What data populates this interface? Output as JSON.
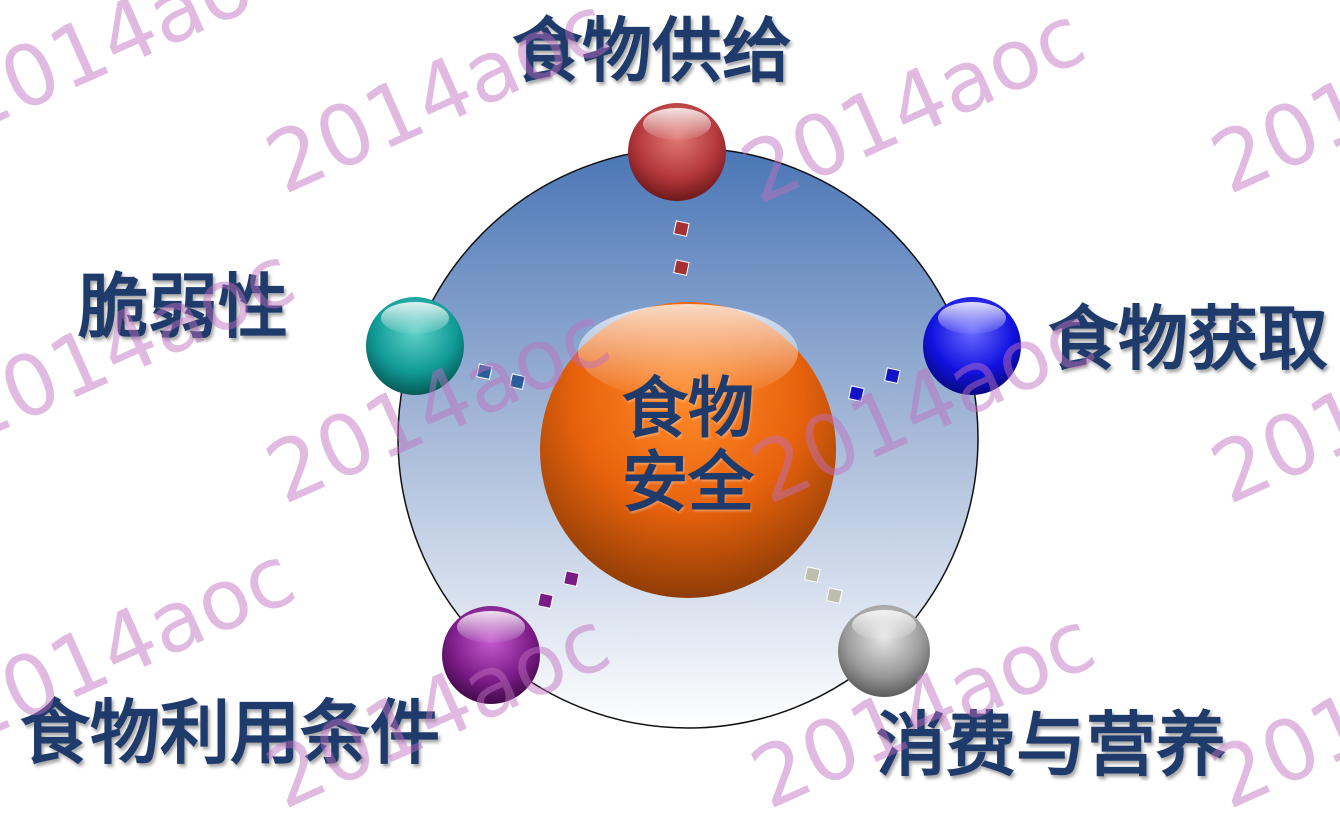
{
  "center": {
    "line1": "食物",
    "line2": "安全"
  },
  "nodes": {
    "top": {
      "label": "食物供给",
      "color": "#b7383a"
    },
    "left": {
      "label": "脆弱性",
      "color": "#109a96"
    },
    "right": {
      "label": "食物获取",
      "color": "#1212e0"
    },
    "bottom_left": {
      "label": "食物利用条件",
      "color": "#7a1b86"
    },
    "bottom_right": {
      "label": "消费与营养",
      "color": "#9a9a9a"
    }
  },
  "watermark": "2014aoc",
  "colors": {
    "label_text": "#1f3b6b",
    "center_ball": "#e8620c",
    "ring_top": "#4e79b8"
  }
}
